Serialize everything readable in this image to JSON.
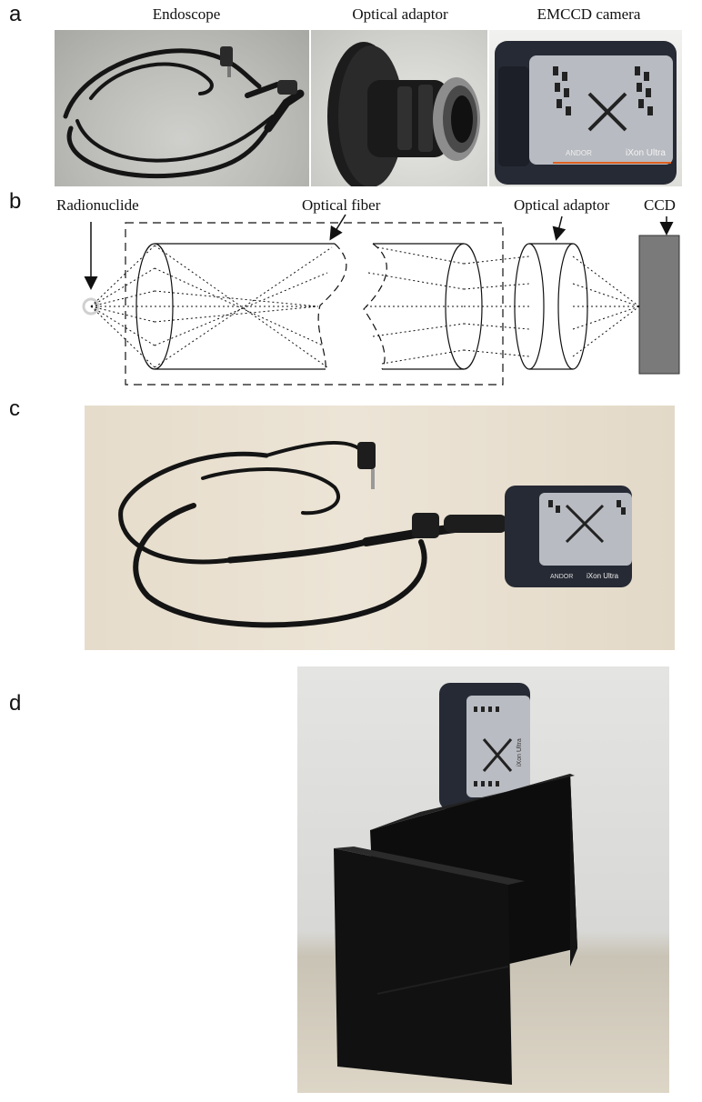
{
  "panels": {
    "a": {
      "letter": "a",
      "captions": {
        "endoscope": "Endoscope",
        "adaptor": "Optical adaptor",
        "camera": "EMCCD camera"
      },
      "camera_brand_text": "ANDOR",
      "camera_model_text": "iXon Ultra"
    },
    "b": {
      "letter": "b",
      "labels": {
        "radionuclide": "Radionuclide",
        "fiber": "Optical fiber",
        "adaptor": "Optical adaptor",
        "ccd": "CCD"
      }
    },
    "c": {
      "letter": "c",
      "camera_brand_text": "ANDOR",
      "camera_model_text": "iXon Ultra"
    },
    "d": {
      "letter": "d",
      "camera_model_text": "iXon Ultra"
    }
  },
  "colors": {
    "ccd_fill": "#7a7a7a",
    "endoscope_black": "#1a1a1a",
    "camera_body": "#2b2f3a",
    "camera_panel": "#b9bcc2",
    "shield_black": "#0d0d0d"
  }
}
